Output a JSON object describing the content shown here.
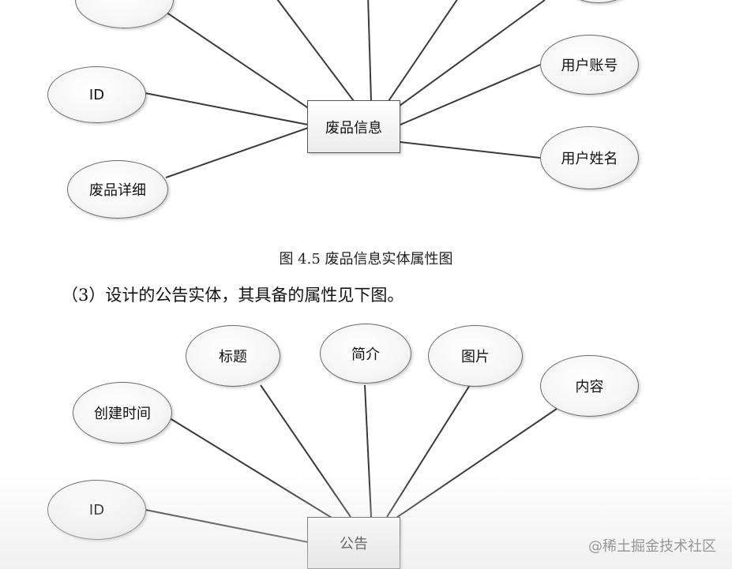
{
  "diagram1": {
    "entity": "废品信息",
    "attributes": [
      "",
      "",
      "",
      "",
      "ID",
      "废品详细",
      "用户账号",
      "用户姓名"
    ]
  },
  "caption": "图 4.5  废品信息实体属性图",
  "paragraph": "（3）设计的公告实体，其具备的属性见下图。",
  "diagram2": {
    "entity": "公告",
    "attributes": [
      "标题",
      "简介",
      "图片",
      "内容",
      "创建时间",
      "ID"
    ]
  },
  "watermark": "@稀土掘金技术社区",
  "colors": {
    "line": "#3a3a3a",
    "border": "#6a6a6a"
  }
}
